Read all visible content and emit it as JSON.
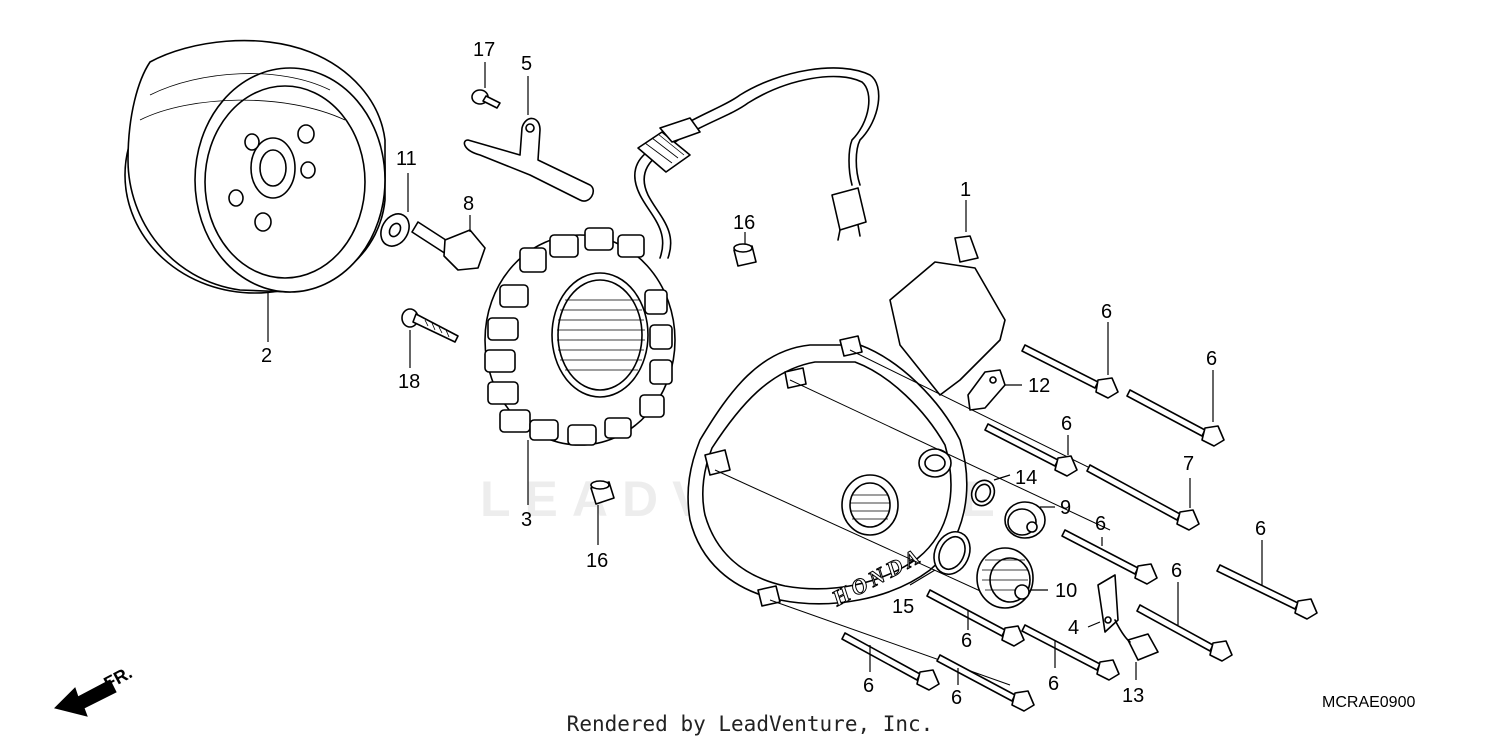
{
  "diagram": {
    "code": "MCRAE0900",
    "footer": "Rendered by LeadVenture, Inc.",
    "watermark": "LEADVENTURE",
    "direction_label": "FR.",
    "cover_brand": "HONDA",
    "callouts": [
      "1",
      "2",
      "3",
      "4",
      "5",
      "6",
      "7",
      "8",
      "9",
      "10",
      "11",
      "12",
      "13",
      "14",
      "15",
      "16",
      "17",
      "18"
    ]
  }
}
